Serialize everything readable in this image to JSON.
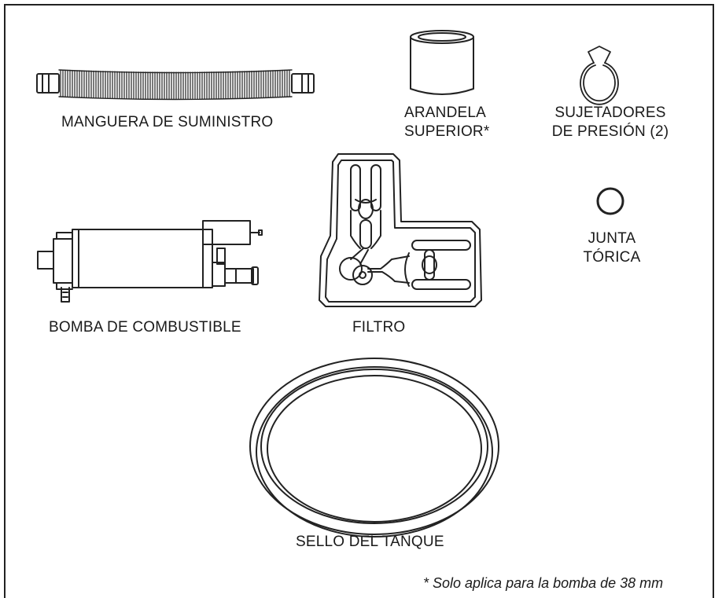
{
  "labels": {
    "hose": "MANGUERA DE SUMINISTRO",
    "washer_line1": "ARANDELA",
    "washer_line2": "SUPERIOR*",
    "clips_line1": "SUJETADORES",
    "clips_line2": "DE PRESIÓN (2)",
    "oring_line1": "JUNTA",
    "oring_line2": "TÓRICA",
    "pump": "BOMBA DE COMBUSTIBLE",
    "filter": "FILTRO",
    "seal": "SELLO DEL TANQUE"
  },
  "footnote": "* Solo aplica para la bomba de 38 mm",
  "colors": {
    "line": "#222222",
    "background": "#ffffff"
  }
}
